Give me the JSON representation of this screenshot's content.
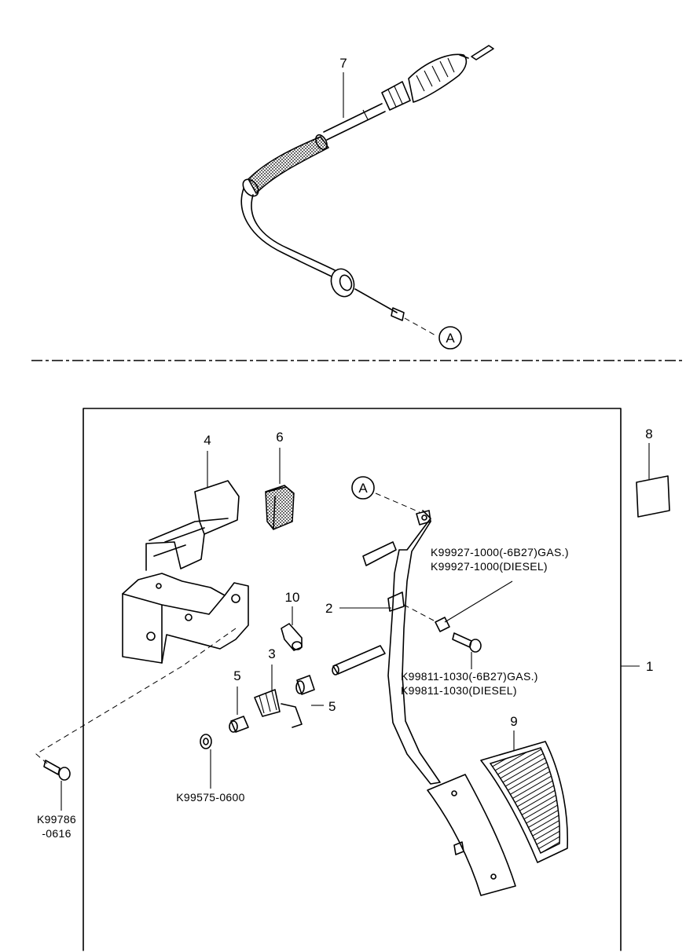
{
  "callouts": {
    "p1": "1",
    "p2": "2",
    "p3": "3",
    "p4": "4",
    "p5a": "5",
    "p5b": "5",
    "p6": "6",
    "p7": "7",
    "p8": "8",
    "p9": "9",
    "p10": "10",
    "ref_a_top": "A",
    "ref_a_bottom": "A"
  },
  "part_codes": {
    "nut_gas": "K99927-1000(-6B27)GAS.)",
    "nut_diesel": "K99927-1000(DIESEL)",
    "bolt_gas": "K99811-1030(-6B27)GAS.)",
    "bolt_diesel": "K99811-1030(DIESEL)",
    "washer": "K99575-0600",
    "screw_line1": "K99786",
    "screw_line2": "-0616"
  }
}
